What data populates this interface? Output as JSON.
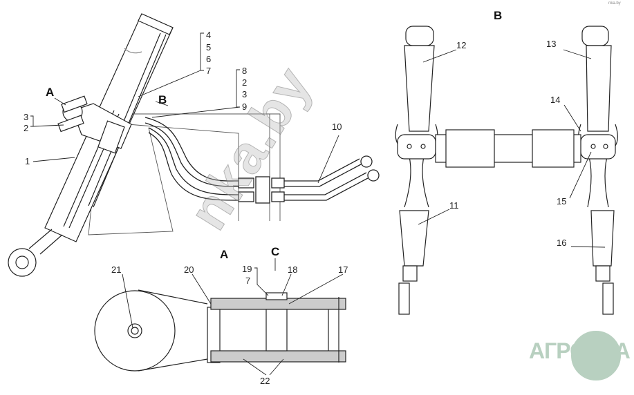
{
  "view_labels": {
    "view_a_top": "A",
    "view_b_top": "B",
    "view_b_title": "B",
    "view_a_section": "A",
    "view_c": "C"
  },
  "callouts": {
    "c1": "1",
    "c2_left": "2",
    "c3_left": "3",
    "c4": "4",
    "c5": "5",
    "c6": "6",
    "c7_top": "7",
    "c8": "8",
    "c2_mid": "2",
    "c3_mid": "3",
    "c9": "9",
    "c10": "10",
    "c11": "11",
    "c12": "12",
    "c13": "13",
    "c14": "14",
    "c15": "15",
    "c16": "16",
    "c17": "17",
    "c18": "18",
    "c19": "19",
    "c7_bottom": "7",
    "c20": "20",
    "c21": "21",
    "c22": "22"
  },
  "watermark": "nka.by",
  "logo": "АГРОНКА",
  "corner_mark": "nka.by"
}
